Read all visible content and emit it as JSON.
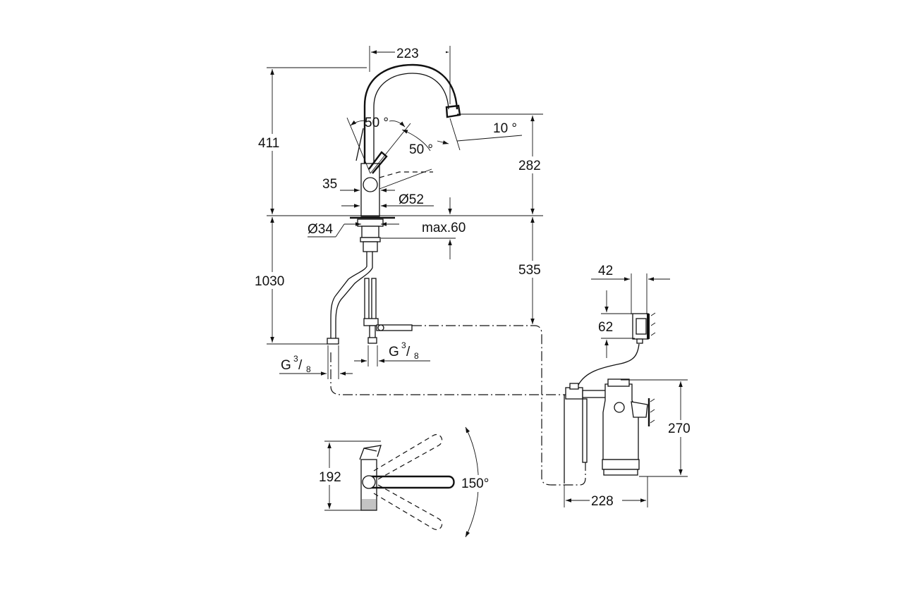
{
  "dimensions": {
    "spout_reach": "223",
    "height_total": "411",
    "angle_lever_top": "50 °",
    "angle_lever_side": "50 °",
    "angle_spout": "10 °",
    "height_spout": "282",
    "lever_offset": "35",
    "body_diameter": "Ø52",
    "base_diameter": "Ø34",
    "max_deck": "max.60",
    "below_deck": "535",
    "total_length": "1030",
    "thread_left": "G",
    "thread_right": "G",
    "thread_num": "3",
    "thread_den": "8",
    "box_width": "42",
    "box_height": "62",
    "filter_height": "270",
    "filter_width": "228",
    "top_view_height": "192",
    "swivel_angle": "150°"
  }
}
